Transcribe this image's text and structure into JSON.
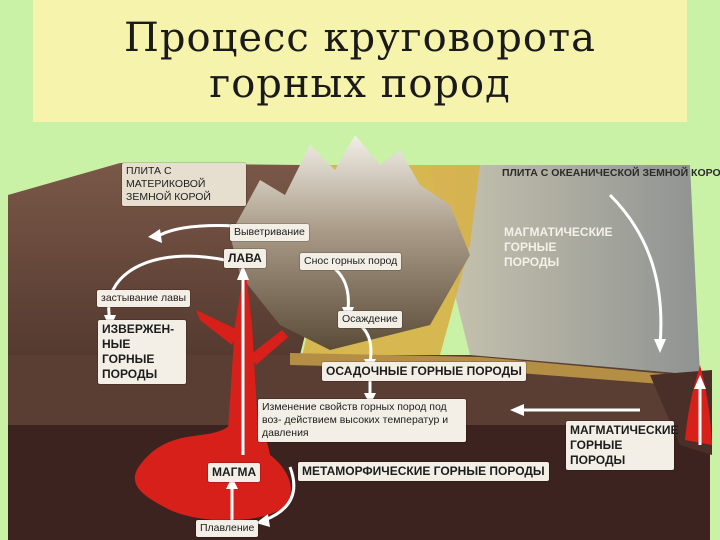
{
  "title": {
    "line1": "Процесс круговорота",
    "line2": "горных пород"
  },
  "diagram": {
    "labels": {
      "continental_plate": "ПЛИТА С МАТЕРИКОВОЙ ЗЕМНОЙ КОРОЙ",
      "oceanic_plate": "ПЛИТА С ОКЕАНИЧЕСКОЙ ЗЕМНОЙ КОРОЙ",
      "weathering": "Выветривание",
      "lava": "ЛАВА",
      "erosion": "Снос горных пород",
      "lava_solidification": "застывание лавы",
      "extrusive_rocks": "ИЗВЕРЖЕН- НЫЕ ГОРНЫЕ ПОРОДЫ",
      "sedimentation": "Осаждение",
      "sedimentary_rocks": "ОСАДОЧНЫЕ ГОРНЫЕ ПОРОДЫ",
      "metamorphism_change": "Изменение свойств горных пород под воз- действием высоких температур и давления",
      "magma": "МАГМА",
      "metamorphic_rocks": "МЕТАМОРФИЧЕСКИЕ ГОРНЫЕ ПОРОДЫ",
      "melting": "Плавление",
      "magmatic_rocks_upper": "МАГМАТИЧЕСКИЕ ГОРНЫЕ ПОРОДЫ",
      "magmatic_rocks_lower": "МАГМАТИЧЕСКИЕ ГОРНЫЕ ПОРОДЫ"
    },
    "colors": {
      "background": "#c9f2a6",
      "title_box": "#f6f3ad",
      "crust": "#5e3f34",
      "mantle": "#3d2320",
      "magma": "#d8201a",
      "sediment": "#d8b249",
      "ocean": "#aeb2ae",
      "arrow": "#ffffff"
    }
  }
}
